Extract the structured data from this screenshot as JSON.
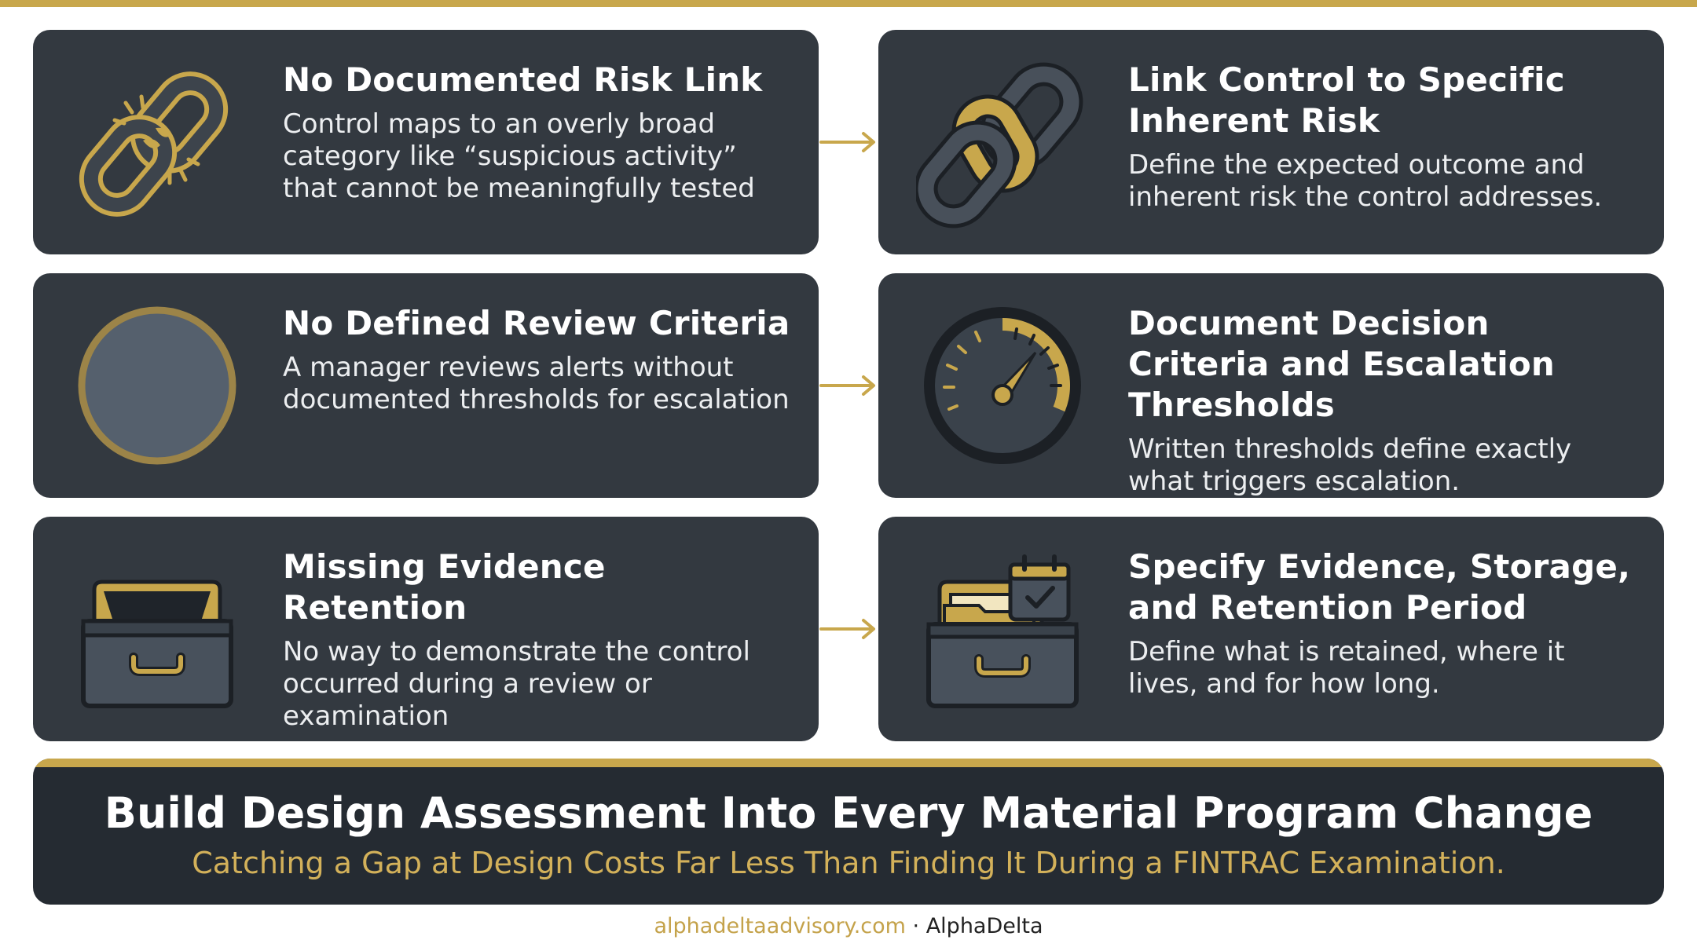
{
  "colors": {
    "accent_gold": "#c8a74c",
    "card_background": "#333940",
    "banner_background": "#252b32",
    "subtitle_gold": "#d3b15a"
  },
  "rows": [
    {
      "problem": {
        "icon": "broken-chain-icon",
        "title": "No Documented Risk Link",
        "description": "Control maps to an overly broad category like “suspicious activity” that cannot be meaningfully tested"
      },
      "solution": {
        "icon": "linked-chain-icon",
        "title": "Link Control to Specific Inherent Risk",
        "description": "Define the expected outcome and inherent risk the control addresses."
      }
    },
    {
      "problem": {
        "icon": "empty-circle-icon",
        "title": "No Defined Review Criteria",
        "description": "A manager reviews alerts without documented thresholds for escalation"
      },
      "solution": {
        "icon": "gauge-icon",
        "title": "Document Decision Criteria and Escalation Thresholds",
        "description": "Written thresholds define exactly what triggers escalation."
      }
    },
    {
      "problem": {
        "icon": "empty-drawer-icon",
        "title": "Missing Evidence Retention",
        "description": "No way to demonstrate the control occurred during a review or examination"
      },
      "solution": {
        "icon": "filed-drawer-calendar-icon",
        "title": "Specify Evidence, Storage, and Retention Period",
        "description": "Define what is retained, where it lives, and for how long."
      }
    }
  ],
  "banner": {
    "title": "Build Design Assessment Into Every Material Program Change",
    "subtitle": "Catching a Gap at Design Costs Far Less Than Finding It During a FINTRAC Examination."
  },
  "footer": {
    "site": "alphadeltaadvisory.com",
    "separator": " · ",
    "brand": "AlphaDelta"
  }
}
